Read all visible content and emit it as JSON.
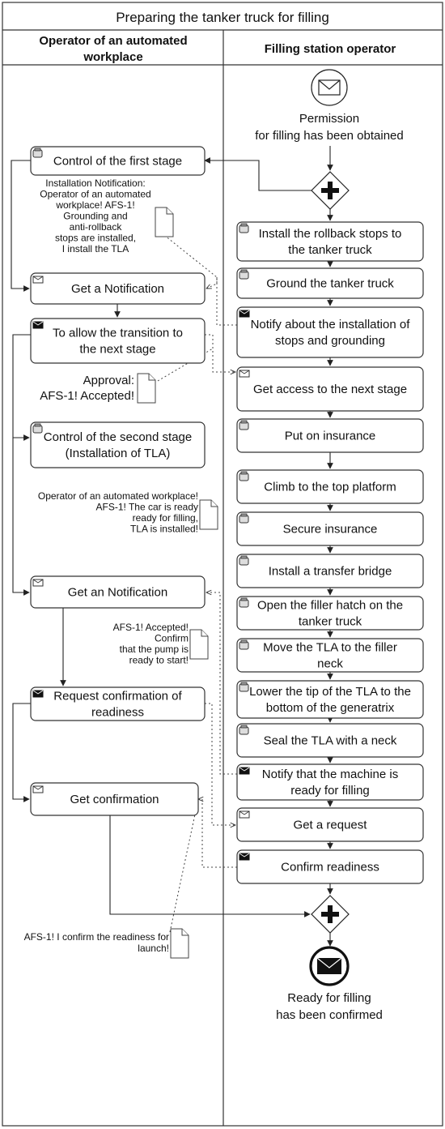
{
  "title": "Preparing the tanker truck for filling",
  "lanes": {
    "left": [
      "Operator of an automated",
      "workplace"
    ],
    "right": "Filling station operator"
  },
  "start_event": {
    "label": [
      "Permission",
      "for filling has been obtained"
    ]
  },
  "end_event": {
    "label": [
      "Ready for filling",
      "has been confirmed"
    ]
  },
  "left_tasks": [
    {
      "id": "control1",
      "lines": [
        "Control of the first stage"
      ],
      "marker": "user"
    },
    {
      "id": "notif1",
      "lines": [
        "Get a Notification"
      ],
      "marker": "receive"
    },
    {
      "id": "allow",
      "lines": [
        "To allow the transition to",
        "the next stage"
      ],
      "marker": "send"
    },
    {
      "id": "control2",
      "lines": [
        "Control of the second stage",
        "(Installation of TLA)"
      ],
      "marker": "user"
    },
    {
      "id": "notif2",
      "lines": [
        "Get an Notification"
      ],
      "marker": "receive"
    },
    {
      "id": "request",
      "lines": [
        "Request confirmation of",
        "readiness"
      ],
      "marker": "send"
    },
    {
      "id": "confirm",
      "lines": [
        "Get confirmation"
      ],
      "marker": "receive"
    }
  ],
  "right_tasks": [
    {
      "id": "rollback",
      "lines": [
        "Install the rollback stops to",
        "the tanker truck"
      ],
      "marker": "user"
    },
    {
      "id": "ground",
      "lines": [
        "Ground the tanker truck"
      ],
      "marker": "user"
    },
    {
      "id": "notify1",
      "lines": [
        "Notify about the installation of",
        "stops and grounding"
      ],
      "marker": "send"
    },
    {
      "id": "access",
      "lines": [
        "Get access to the next stage"
      ],
      "marker": "receive"
    },
    {
      "id": "insurance",
      "lines": [
        "Put on insurance"
      ],
      "marker": "user"
    },
    {
      "id": "climb",
      "lines": [
        "Climb to the top platform"
      ],
      "marker": "user"
    },
    {
      "id": "secure",
      "lines": [
        "Secure insurance"
      ],
      "marker": "user"
    },
    {
      "id": "bridge",
      "lines": [
        "Install a transfer bridge"
      ],
      "marker": "user"
    },
    {
      "id": "hatch",
      "lines": [
        "Open the filler hatch on the",
        "tanker truck"
      ],
      "marker": "user"
    },
    {
      "id": "move",
      "lines": [
        "Move the TLA to the filler",
        "neck"
      ],
      "marker": "user"
    },
    {
      "id": "lower",
      "lines": [
        "Lower the tip of the TLA to the",
        "bottom of the generatrix"
      ],
      "marker": "user"
    },
    {
      "id": "seal",
      "lines": [
        "Seal the TLA with a neck"
      ],
      "marker": "user"
    },
    {
      "id": "notify2",
      "lines": [
        "Notify that the machine is",
        "ready for filling"
      ],
      "marker": "send"
    },
    {
      "id": "getreq",
      "lines": [
        "Get a request"
      ],
      "marker": "receive"
    },
    {
      "id": "confirmready",
      "lines": [
        "Confirm readiness"
      ],
      "marker": "send"
    }
  ],
  "notes": [
    {
      "id": "n1",
      "lines": [
        "Installation Notification:",
        "Operator of an automated",
        "workplace! AFS-1!",
        "Grounding and",
        "anti-rollback",
        "stops are installed,",
        "I install the TLA"
      ]
    },
    {
      "id": "n2",
      "lines": [
        "Approval:",
        "AFS-1! Accepted!"
      ]
    },
    {
      "id": "n3",
      "lines": [
        "Operator of an automated workplace!",
        "AFS-1! The car is ready",
        "ready for filling,",
        "TLA is installed!"
      ]
    },
    {
      "id": "n4",
      "lines": [
        "AFS-1! Accepted!",
        "Confirm",
        "that the pump is",
        "ready to start!"
      ]
    },
    {
      "id": "n5",
      "lines": [
        "AFS-1! I confirm the readiness for",
        "launch!"
      ]
    }
  ]
}
